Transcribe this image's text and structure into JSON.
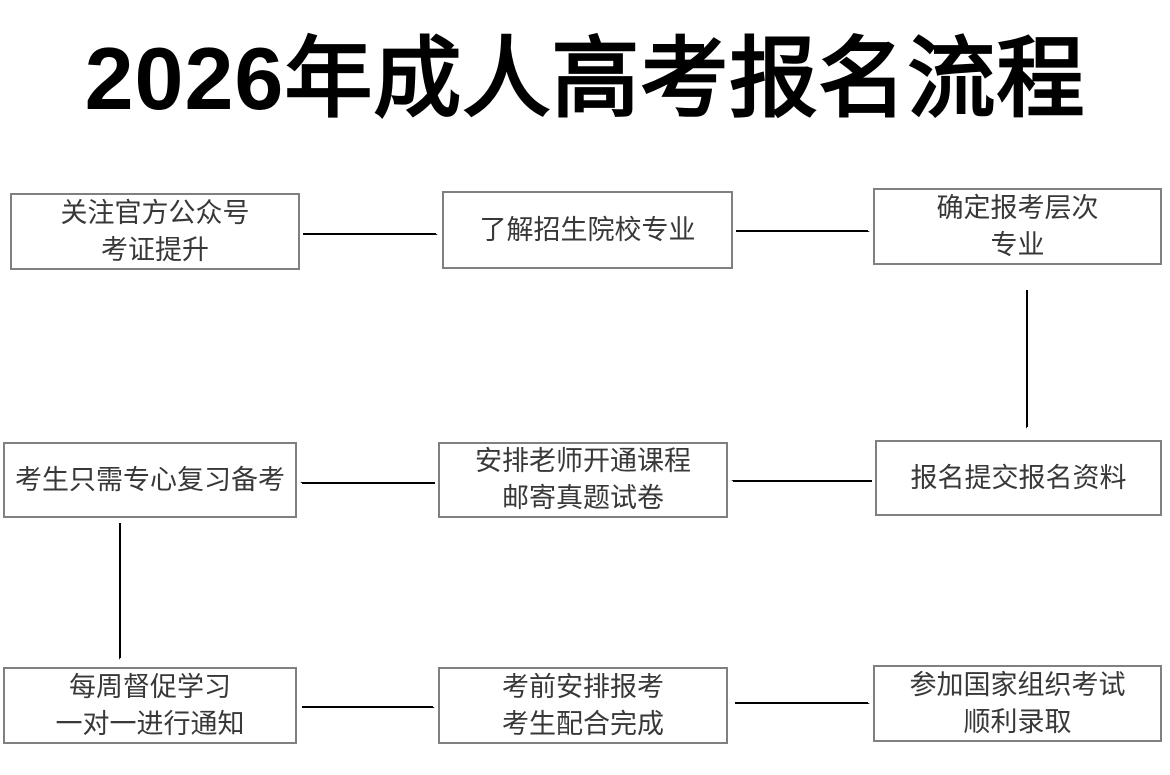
{
  "title": "2026年成人高考报名流程",
  "colors": {
    "background": "#ffffff",
    "title_text": "#000000",
    "box_border": "#808080",
    "box_fill": "#ffffff",
    "box_text": "#383838",
    "arrow": "#000000"
  },
  "flowchart": {
    "nodes": [
      {
        "id": "step-1",
        "lines": [
          "关注官方公众号",
          "考证提升"
        ]
      },
      {
        "id": "step-2",
        "lines": [
          "了解招生院校专业"
        ]
      },
      {
        "id": "step-3",
        "lines": [
          "确定报考层次",
          "专业"
        ]
      },
      {
        "id": "step-4",
        "lines": [
          "报名提交报名资料"
        ]
      },
      {
        "id": "step-5",
        "lines": [
          "安排老师开通课程",
          "邮寄真题试卷"
        ]
      },
      {
        "id": "step-6",
        "lines": [
          "考生只需专心复习备考"
        ]
      },
      {
        "id": "step-7",
        "lines": [
          "每周督促学习",
          "一对一进行通知"
        ]
      },
      {
        "id": "step-8",
        "lines": [
          "考前安排报考",
          "考生配合完成"
        ]
      },
      {
        "id": "step-9",
        "lines": [
          "参加国家组织考试",
          "顺利录取"
        ]
      }
    ],
    "edges": [
      {
        "from": "step-1",
        "to": "step-2",
        "direction": "right"
      },
      {
        "from": "step-2",
        "to": "step-3",
        "direction": "right"
      },
      {
        "from": "step-3",
        "to": "step-4",
        "direction": "down"
      },
      {
        "from": "step-4",
        "to": "step-5",
        "direction": "left"
      },
      {
        "from": "step-5",
        "to": "step-6",
        "direction": "left"
      },
      {
        "from": "step-6",
        "to": "step-7",
        "direction": "down"
      },
      {
        "from": "step-7",
        "to": "step-8",
        "direction": "right"
      },
      {
        "from": "step-8",
        "to": "step-9",
        "direction": "right"
      }
    ]
  }
}
